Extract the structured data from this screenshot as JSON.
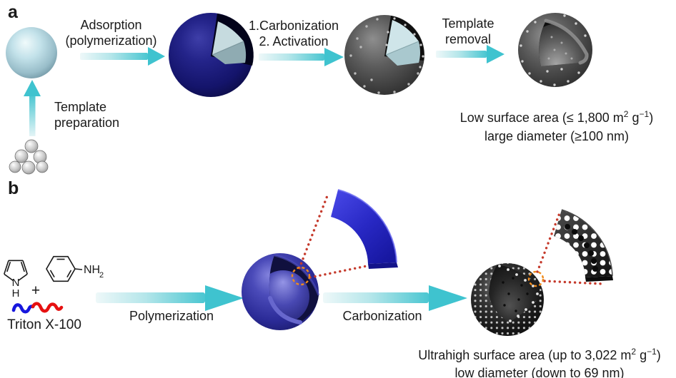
{
  "panel_a": {
    "label": "a",
    "step1": {
      "line1": "Adsorption",
      "line2": "(polymerization)"
    },
    "step2": {
      "line1": "1.Carbonization",
      "line2": "2. Activation"
    },
    "step3": {
      "line1": "Template",
      "line2": "removal"
    },
    "prep": {
      "line1": "Template",
      "line2": "preparation"
    },
    "caption": {
      "line1_prefix": "Low surface area (≤ 1,800 m",
      "sup1": "2",
      "mid": " g",
      "sup2": "−1",
      "suffix": ")",
      "line2": "large diameter (≥100 nm)"
    }
  },
  "panel_b": {
    "label": "b",
    "pyrrole": {
      "n": "N",
      "h": "H"
    },
    "plus": "+",
    "aniline": {
      "label": "NH",
      "sub": "2"
    },
    "surfactant": "Triton X-100",
    "step1": "Polymerization",
    "step2": "Carbonization",
    "caption": {
      "line1_prefix": "Ultrahigh surface area (up to 3,022 m",
      "sup1": "2",
      "mid": " g",
      "sup2": "−1",
      "suffix": ")",
      "line2": "low diameter (down to 69 nm)"
    }
  },
  "colors": {
    "arrow_teal": "#3FC3CF",
    "sphere_template_cyan": "#9CC4D2",
    "sphere_polymer_navy": "#1B1B75",
    "sphere_carbon_gray": "#4A4A4A",
    "sphere_polymer_blue": "#3A3AAC",
    "sphere_carbon_black": "#141414",
    "magnified_shell_blue": "#2626C8",
    "dotted_line_red": "#C53A2C",
    "highlight_circle_orange": "#EF8B1D",
    "triton_blue": "#1717DD",
    "triton_red": "#E61111",
    "text": "#1A1A1A"
  }
}
